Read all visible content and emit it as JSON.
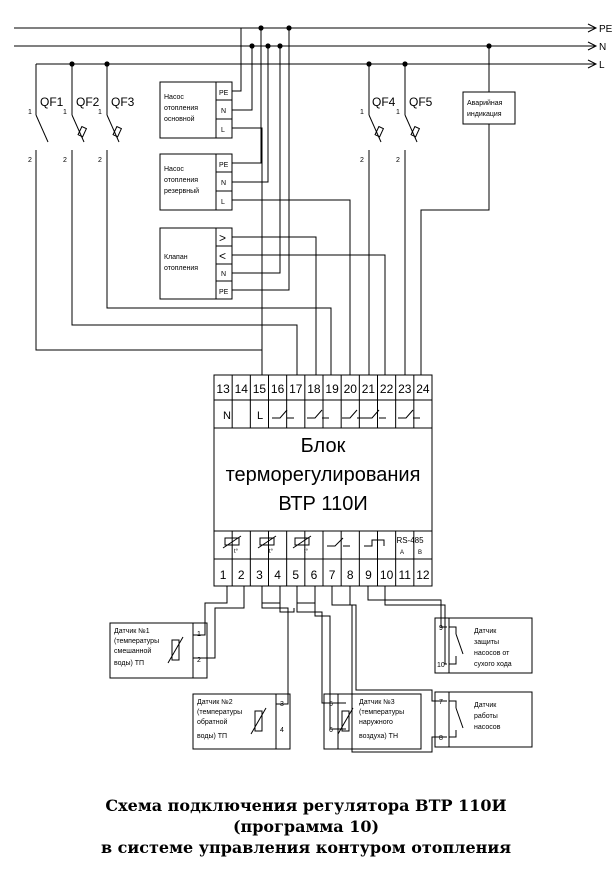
{
  "rails": {
    "pe": "PE",
    "n": "N",
    "l": "L"
  },
  "breakers": [
    {
      "label": "QF1",
      "pin_top": "1",
      "pin_bottom": "2"
    },
    {
      "label": "QF2",
      "pin_top": "1",
      "pin_bottom": "2"
    },
    {
      "label": "QF3",
      "pin_top": "1",
      "pin_bottom": "2"
    },
    {
      "label": "QF4",
      "pin_top": "1",
      "pin_bottom": "2"
    },
    {
      "label": "QF5",
      "pin_top": "1",
      "pin_bottom": "2"
    }
  ],
  "devices": {
    "pump_main": {
      "lines": [
        "Насос",
        "отопления",
        "основной"
      ],
      "terms": [
        "PE",
        "N",
        "L"
      ]
    },
    "pump_reserve": {
      "lines": [
        "Насос",
        "отопления",
        "резервный"
      ],
      "terms": [
        "PE",
        "N",
        "L"
      ]
    },
    "valve": {
      "lines": [
        "Клапан",
        "отопления"
      ],
      "terms": [
        ">",
        "<",
        "N",
        "PE"
      ]
    },
    "alarm": {
      "lines": [
        "Аварийная",
        "индикация"
      ]
    }
  },
  "controller": {
    "top_terminals": [
      "13",
      "14",
      "15",
      "16",
      "17",
      "18",
      "19",
      "20",
      "21",
      "22",
      "23",
      "24"
    ],
    "top_labels": {
      "n": "N",
      "l": "L"
    },
    "title_lines": [
      "Блок",
      "терморегулирования",
      "ВТР 110И"
    ],
    "bottom_terminals": [
      "1",
      "2",
      "3",
      "4",
      "5",
      "6",
      "7",
      "8",
      "9",
      "10",
      "11",
      "12"
    ],
    "rs485": {
      "label": "RS-485",
      "a": "A",
      "b": "B"
    },
    "temp_symbol": "t°"
  },
  "sensors": {
    "s1": {
      "lines": [
        "Датчик №1",
        "(температуры",
        "смешанной",
        "воды) ТП"
      ],
      "pins": [
        "1",
        "2"
      ]
    },
    "s2": {
      "lines": [
        "Датчик №2",
        "(температуры",
        "обратной",
        "воды) ТП"
      ],
      "pins": [
        "3",
        "4"
      ]
    },
    "s3": {
      "lines": [
        "Датчик №3",
        "(температуры",
        "наружного",
        "воздуха) ТН"
      ],
      "pins": [
        "5",
        "6"
      ]
    },
    "dry_run": {
      "lines": [
        "Датчик",
        "защиты",
        "насосов от",
        "сухого хода"
      ],
      "pins": [
        "9",
        "10"
      ]
    },
    "pump_run": {
      "lines": [
        "Датчик",
        "работы",
        "насосов"
      ],
      "pins": [
        "7",
        "8"
      ]
    }
  },
  "caption": {
    "line1": "Схема подключения регулятора ВТР 110И",
    "line2": "(программа 10)",
    "line3": "в системе управления контуром отопления"
  }
}
